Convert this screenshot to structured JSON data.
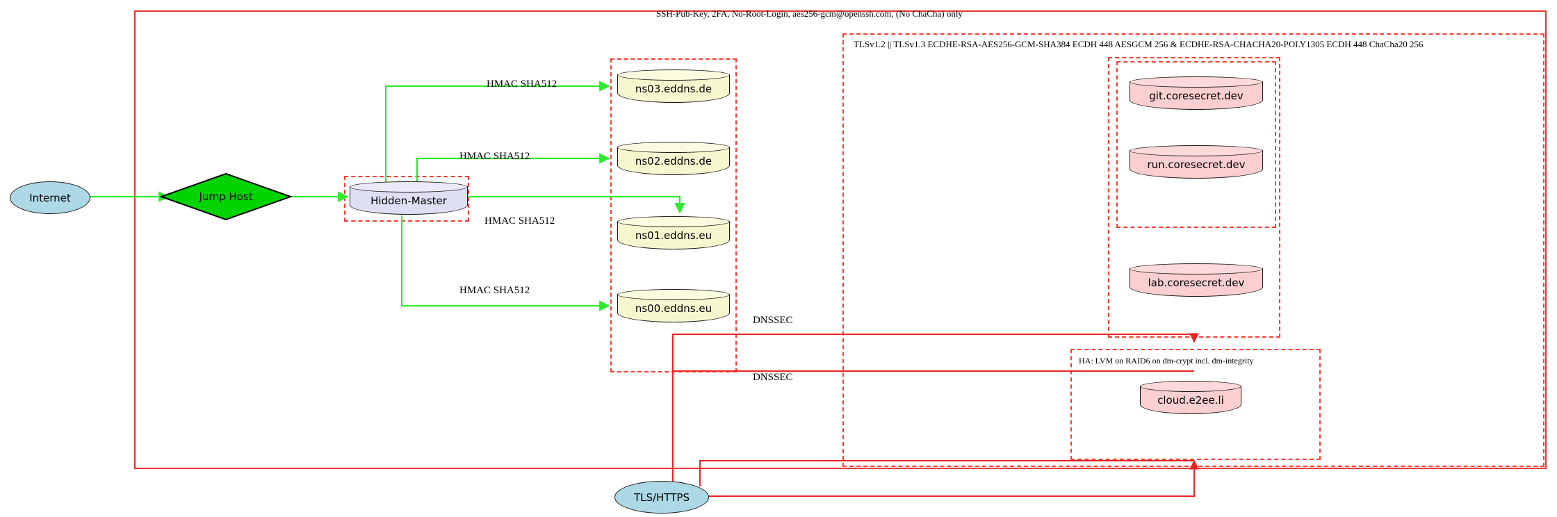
{
  "diagram": {
    "title_note": "Infrastructure security architecture",
    "colors": {
      "boundary_red": "#ee3333",
      "dashed_red": "#ff3b30",
      "edge_green": "#2eea2e",
      "edge_red": "#ee2222",
      "node_cream": "#f7f7cf",
      "node_lavender": "#dfdff4",
      "node_pink": "#fbcfcf",
      "node_blue": "#add8e6",
      "node_green": "#00d400"
    }
  },
  "clusters": {
    "outer_ssh": {
      "label": "SSH-Pub-Key, 2FA, No-Root-Login, aes256-gcm@openssh.com, (No ChaCha) only"
    },
    "tls": {
      "label": "TLSv1.2 || TLSv1.3 ECDHE-RSA-AES256-GCM-SHA384 ECDH 448 AESGCM 256 & ECDHE-RSA-CHACHA20-POLY1305 ECDH 448 ChaCha20 256"
    },
    "ha": {
      "label": "HA: LVM on RAID6 on dm-crypt incl. dm-integrity"
    },
    "hidden_master_box": {
      "label": ""
    },
    "dns_box": {
      "label": ""
    },
    "coresecret_box": {
      "label": ""
    },
    "gitrun_box": {
      "label": ""
    }
  },
  "nodes": {
    "internet": {
      "label": "Internet",
      "shape": "ellipse",
      "color": "#add8e6"
    },
    "jump_host": {
      "label": "Jump Host",
      "shape": "diamond",
      "color": "#00d400"
    },
    "hidden_master": {
      "label": "Hidden-Master",
      "shape": "cylinder",
      "color": "#dfdff4"
    },
    "ns03": {
      "label": "ns03.eddns.de",
      "shape": "cylinder",
      "color": "#f7f7cf"
    },
    "ns02": {
      "label": "ns02.eddns.de",
      "shape": "cylinder",
      "color": "#f7f7cf"
    },
    "ns01": {
      "label": "ns01.eddns.eu",
      "shape": "cylinder",
      "color": "#f7f7cf"
    },
    "ns00": {
      "label": "ns00.eddns.eu",
      "shape": "cylinder",
      "color": "#f7f7cf"
    },
    "git": {
      "label": "git.coresecret.dev",
      "shape": "cylinder",
      "color": "#fbcfcf"
    },
    "run": {
      "label": "run.coresecret.dev",
      "shape": "cylinder",
      "color": "#fbcfcf"
    },
    "lab": {
      "label": "lab.coresecret.dev",
      "shape": "cylinder",
      "color": "#fbcfcf"
    },
    "cloud": {
      "label": "cloud.e2ee.li",
      "shape": "cylinder",
      "color": "#fbcfcf"
    },
    "tls_https": {
      "label": "TLS/HTTPS",
      "shape": "ellipse",
      "color": "#add8e6"
    }
  },
  "edges": [
    {
      "from": "internet",
      "to": "jump_host",
      "label": "",
      "color": "#2eea2e"
    },
    {
      "from": "jump_host",
      "to": "hidden_master",
      "label": "",
      "color": "#2eea2e"
    },
    {
      "from": "hidden_master",
      "to": "ns03",
      "label": "HMAC SHA512",
      "color": "#2eea2e"
    },
    {
      "from": "hidden_master",
      "to": "ns02",
      "label": "HMAC SHA512",
      "color": "#2eea2e"
    },
    {
      "from": "hidden_master",
      "to": "ns01",
      "label": "HMAC SHA512",
      "color": "#2eea2e"
    },
    {
      "from": "hidden_master",
      "to": "ns00",
      "label": "HMAC SHA512",
      "color": "#2eea2e"
    },
    {
      "from": "tls_https",
      "to": "coresecret",
      "label": "DNSSEC",
      "color": "#ee2222"
    },
    {
      "from": "tls_https",
      "to": "ha",
      "label": "DNSSEC",
      "color": "#ee2222"
    }
  ],
  "edge_labels": {
    "hmac_1": "HMAC SHA512",
    "hmac_2": "HMAC SHA512",
    "hmac_3": "HMAC SHA512",
    "hmac_4": "HMAC SHA512",
    "dnssec_1": "DNSSEC",
    "dnssec_2": "DNSSEC"
  }
}
